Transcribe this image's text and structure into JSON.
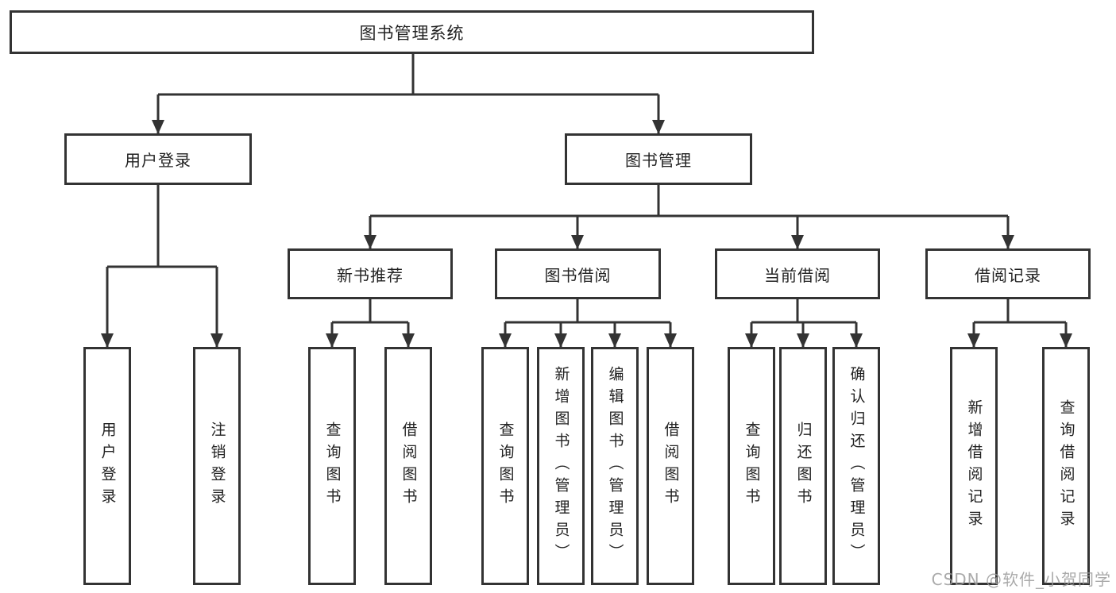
{
  "colors": {
    "line": "#333333",
    "text": "#222222",
    "background": "#ffffff",
    "watermark": "#9c9c9c"
  },
  "watermark": {
    "text": "CSDN @软件_小贺同学"
  },
  "tree": {
    "root": {
      "label": "图书管理系统"
    },
    "branches": [
      {
        "label": "用户登录",
        "children": [
          {
            "label": "用户登录"
          },
          {
            "label": "注销登录"
          }
        ]
      },
      {
        "label": "图书管理",
        "groups": [
          {
            "label": "新书推荐",
            "children": [
              {
                "label": "查询图书"
              },
              {
                "label": "借阅图书"
              }
            ]
          },
          {
            "label": "图书借阅",
            "children": [
              {
                "label": "查询图书"
              },
              {
                "label": "新增图书（管理员）"
              },
              {
                "label": "编辑图书（管理员）"
              },
              {
                "label": "借阅图书"
              }
            ]
          },
          {
            "label": "当前借阅",
            "children": [
              {
                "label": "查询图书"
              },
              {
                "label": "归还图书"
              },
              {
                "label": "确认归还（管理员）"
              }
            ]
          },
          {
            "label": "借阅记录",
            "children": [
              {
                "label": "新增借阅记录"
              },
              {
                "label": "查询借阅记录"
              }
            ]
          }
        ]
      }
    ]
  }
}
